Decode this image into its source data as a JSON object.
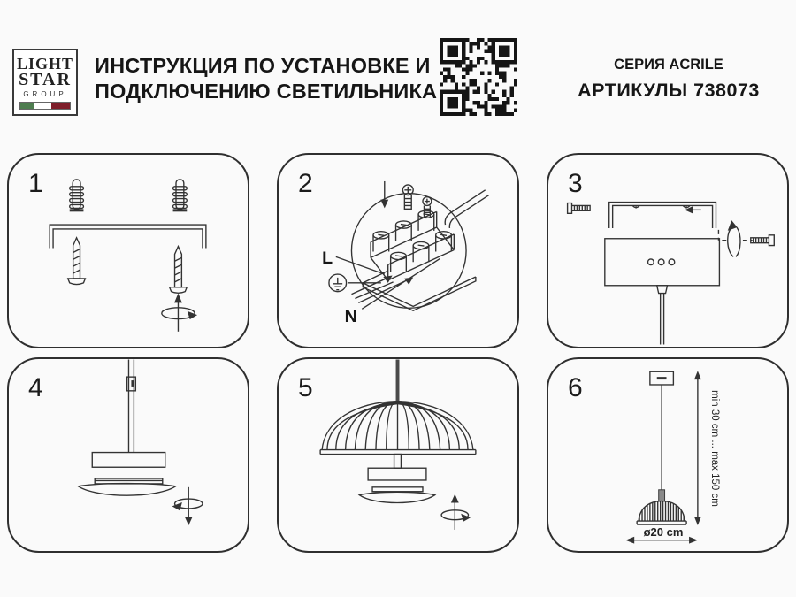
{
  "page": {
    "background": "#fafafa",
    "ink": "#333333"
  },
  "header": {
    "logo": {
      "word1": "LIGHT",
      "word2": "STAR",
      "word3": "GROUP",
      "flag_green": "#4e7d4f",
      "flag_white": "#ffffff",
      "flag_red": "#7e1e2a"
    },
    "title_line1": "ИНСТРУКЦИЯ ПО УСТАНОВКЕ И",
    "title_line2": "ПОДКЛЮЧЕНИЮ СВЕТИЛЬНИКА",
    "qr_icon": "qr-code",
    "series": "СЕРИЯ ACRILE",
    "article": "АРТИКУЛЫ 738073"
  },
  "steps": [
    {
      "number": "1",
      "icon": "dowels-bracket-screws-diagram"
    },
    {
      "number": "2",
      "icon": "terminal-block-wiring-diagram",
      "labels": {
        "live": "L",
        "neutral": "N",
        "ground_icon": "earth-ground-symbol"
      }
    },
    {
      "number": "3",
      "icon": "canopy-bracket-mounting-diagram"
    },
    {
      "number": "4",
      "icon": "diffuser-attachment-diagram"
    },
    {
      "number": "5",
      "icon": "shade-attachment-diagram"
    },
    {
      "number": "6",
      "icon": "pendant-dimensions-diagram",
      "dimensions": {
        "height_range": "min 30 cm ... max 150 cm",
        "diameter": "ø20 cm"
      }
    }
  ]
}
